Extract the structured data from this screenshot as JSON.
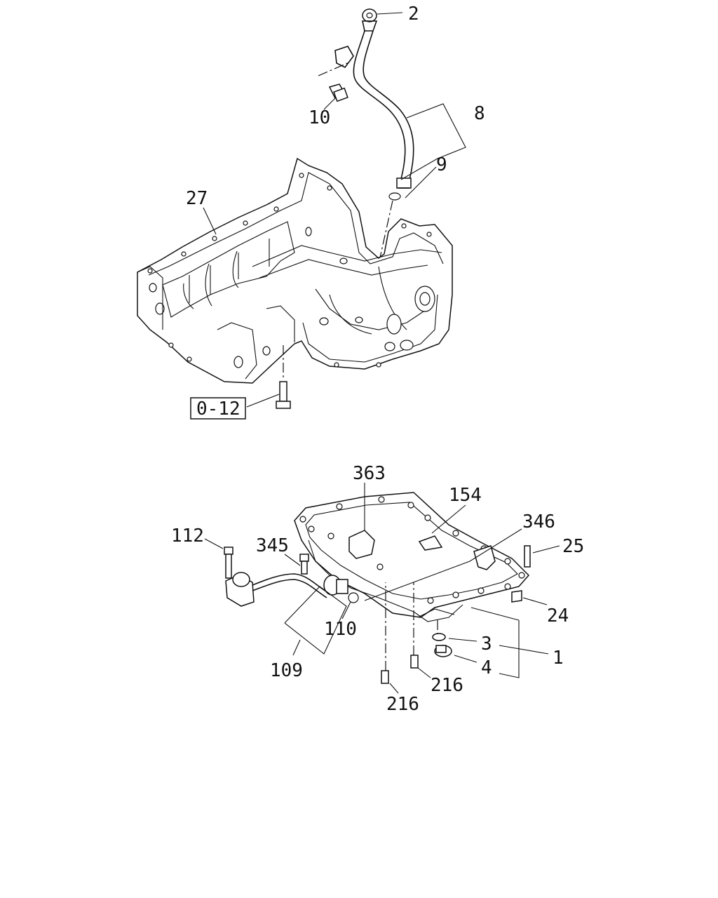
{
  "diagram": {
    "callouts": {
      "c2": "2",
      "c8": "8",
      "c9": "9",
      "c10": "10",
      "c27": "27",
      "ref": "0-12",
      "c363": "363",
      "c154": "154",
      "c346": "346",
      "c112": "112",
      "c345": "345",
      "c25": "25",
      "c24": "24",
      "c110": "110",
      "c3": "3",
      "c1": "1",
      "c4": "4",
      "c109": "109",
      "c216a": "216",
      "c216b": "216"
    },
    "colors": {
      "line": "#111111",
      "background": "#ffffff"
    }
  }
}
